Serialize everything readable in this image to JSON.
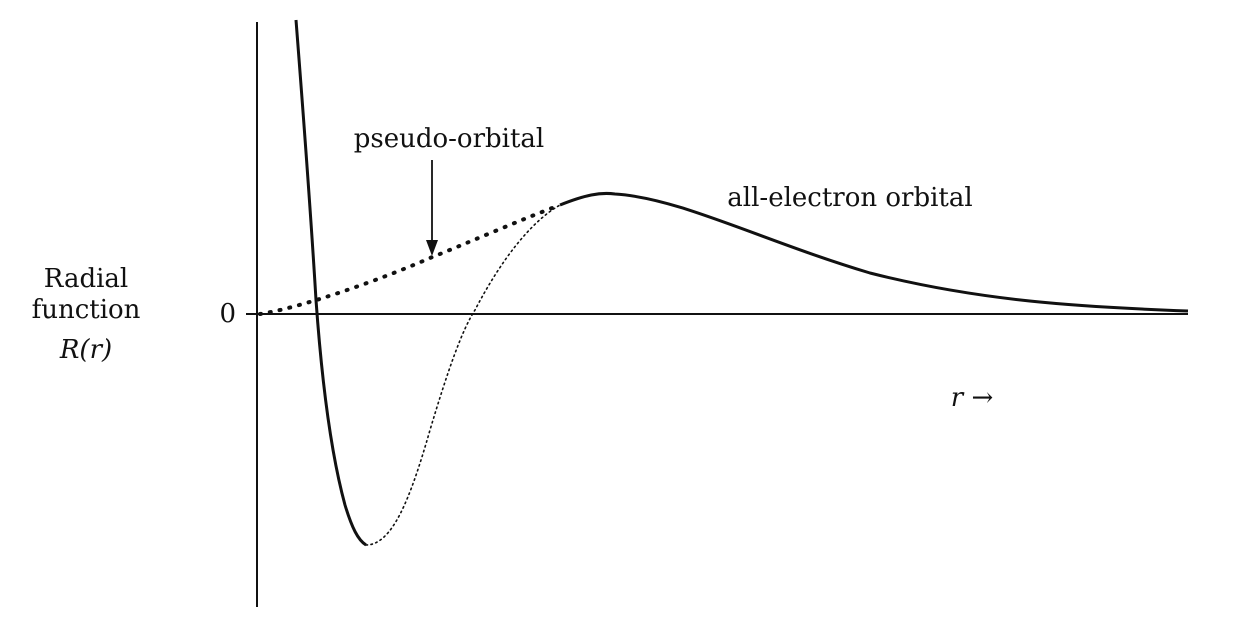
{
  "figure": {
    "ylabel_lines": [
      "Radial",
      "function",
      "R(r)"
    ],
    "zero_label": "0",
    "x_axis_label": "r →",
    "pseudo_label": "pseudo-orbital",
    "all_electron_label": "all-electron orbital"
  },
  "colors": {
    "ink": "#111111",
    "background": "#ffffff"
  },
  "curves": {
    "all_electron_style": "solid outside core, thin dotted inside core",
    "pseudo_style": "heavy dotted inside core, merges with all-electron outside"
  }
}
